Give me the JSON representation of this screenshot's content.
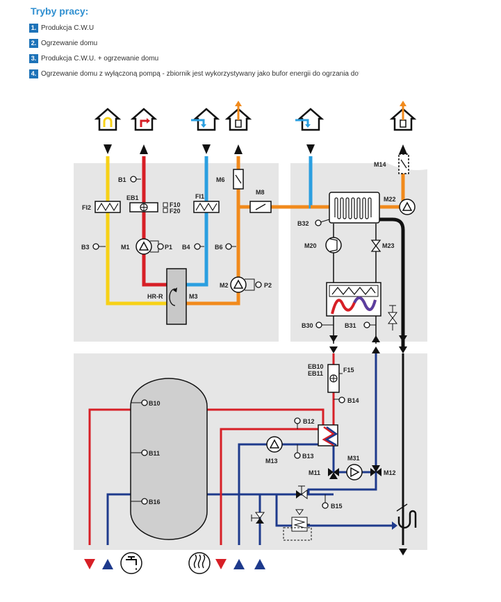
{
  "header": {
    "title": "Tryby pracy:",
    "modes": [
      {
        "num": "1.",
        "label": "Produkcja C.W.U"
      },
      {
        "num": "2.",
        "label": "Ogrzewanie domu"
      },
      {
        "num": "3.",
        "label": "Produkcja C.W.U. + ogrzewanie domu"
      },
      {
        "num": "4.",
        "label": "Ogrzewanie domu z wyłączoną pompą - zbiornik jest wykorzystywany jako bufor energii do ogrzania domu"
      }
    ]
  },
  "colors": {
    "panel": "#e6e6e6",
    "yellow": "#f7d117",
    "red": "#d71f26",
    "blue": "#2b9fe0",
    "orange": "#f18a1c",
    "navy": "#1e3a8c",
    "black": "#111111",
    "tank": "#cfcfcf"
  },
  "labels": {
    "b1": "B1",
    "eb1": "EB1",
    "f10": "F10",
    "f20": "F20",
    "fi1": "FI1",
    "fi2": "FI2",
    "m6": "M6",
    "m8": "M8",
    "b3": "B3",
    "m1": "M1",
    "p1": "P1",
    "b4": "B4",
    "b6": "B6",
    "m2": "M2",
    "p2": "P2",
    "hrr": "HR-R",
    "m3": "M3",
    "m14": "M14",
    "m22": "M22",
    "b32": "B32",
    "m20": "M20",
    "m23": "M23",
    "b30": "B30",
    "b31": "B31",
    "eb10": "EB10",
    "eb11": "EB11",
    "f15": "F15",
    "b14": "B14",
    "b10": "B10",
    "b11": "B11",
    "b16": "B16",
    "b12": "B12",
    "m13": "M13",
    "b13": "B13",
    "m31": "M31",
    "m11": "M11",
    "m12": "M12",
    "b15": "B15"
  }
}
